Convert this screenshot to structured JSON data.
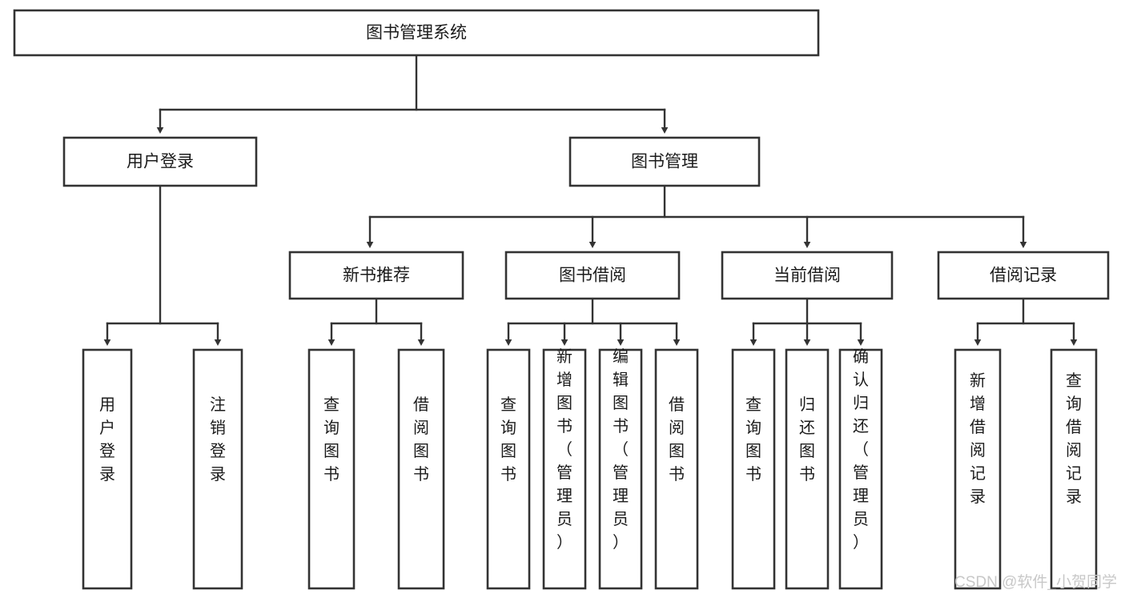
{
  "diagram": {
    "title": "图书管理系统",
    "type": "tree",
    "orientation": "top-down",
    "colors": {
      "box_fill": "#ffffff",
      "box_stroke": "#333333",
      "connector": "#333333",
      "text": "#1b1b1b",
      "background": "#ffffff",
      "watermark": "#c8c8c8"
    },
    "root": {
      "label": "图书管理系统",
      "orientation": "horizontal"
    },
    "level1": [
      {
        "label": "用户登录",
        "orientation": "horizontal"
      },
      {
        "label": "图书管理",
        "orientation": "horizontal"
      }
    ],
    "level2": [
      {
        "label": "新书推荐",
        "orientation": "horizontal",
        "parent": "图书管理"
      },
      {
        "label": "图书借阅",
        "orientation": "horizontal",
        "parent": "图书管理"
      },
      {
        "label": "当前借阅",
        "orientation": "horizontal",
        "parent": "图书管理"
      },
      {
        "label": "借阅记录",
        "orientation": "horizontal",
        "parent": "图书管理"
      }
    ],
    "leaves": {
      "user_login": [
        {
          "label": "用户登录",
          "orientation": "vertical"
        },
        {
          "label": "注销登录",
          "orientation": "vertical"
        }
      ],
      "new_book_recommend": [
        {
          "label": "查询图书",
          "orientation": "vertical"
        },
        {
          "label": "借阅图书",
          "orientation": "vertical"
        }
      ],
      "book_borrow": [
        {
          "label": "查询图书",
          "orientation": "vertical"
        },
        {
          "label": "新增图书（管理员）",
          "orientation": "vertical"
        },
        {
          "label": "编辑图书（管理员）",
          "orientation": "vertical"
        },
        {
          "label": "借阅图书",
          "orientation": "vertical"
        }
      ],
      "current_borrow": [
        {
          "label": "查询图书",
          "orientation": "vertical"
        },
        {
          "label": "归还图书",
          "orientation": "vertical"
        },
        {
          "label": "确认归还（管理员）",
          "orientation": "vertical"
        }
      ],
      "borrow_record": [
        {
          "label": "新增借阅记录",
          "orientation": "vertical"
        },
        {
          "label": "查询借阅记录",
          "orientation": "vertical"
        }
      ]
    }
  },
  "watermark": {
    "text": "CSDN @软件_小贺同学"
  }
}
